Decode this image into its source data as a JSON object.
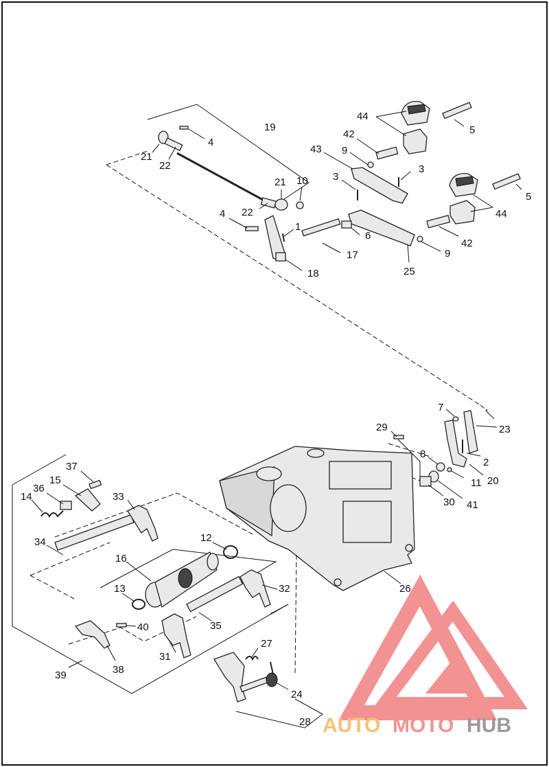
{
  "colors": {
    "line": "#111111",
    "part_fill": "#e9e9e9",
    "logo_red": "#f08080",
    "logo_orange": "#f4b860",
    "logo_grey": "#8a8a8a"
  },
  "callouts": [
    {
      "id": "c19a",
      "text": "19"
    },
    {
      "id": "c4a",
      "text": "4"
    },
    {
      "id": "c21a",
      "text": "21"
    },
    {
      "id": "c22a",
      "text": "22"
    },
    {
      "id": "c21b",
      "text": "21"
    },
    {
      "id": "c10",
      "text": "10"
    },
    {
      "id": "c22b",
      "text": "22"
    },
    {
      "id": "c4b",
      "text": "4"
    },
    {
      "id": "c1",
      "text": "1"
    },
    {
      "id": "c17",
      "text": "17"
    },
    {
      "id": "c18",
      "text": "18"
    },
    {
      "id": "c44a",
      "text": "44"
    },
    {
      "id": "c5a",
      "text": "5"
    },
    {
      "id": "c42a",
      "text": "42"
    },
    {
      "id": "c9a",
      "text": "9"
    },
    {
      "id": "c43",
      "text": "43"
    },
    {
      "id": "c3a",
      "text": "3"
    },
    {
      "id": "c3b",
      "text": "3"
    },
    {
      "id": "c5b",
      "text": "5"
    },
    {
      "id": "c44b",
      "text": "44"
    },
    {
      "id": "c6",
      "text": "6"
    },
    {
      "id": "c42b",
      "text": "42"
    },
    {
      "id": "c9b",
      "text": "9"
    },
    {
      "id": "c25",
      "text": "25"
    },
    {
      "id": "c7",
      "text": "7"
    },
    {
      "id": "c23",
      "text": "23"
    },
    {
      "id": "c29",
      "text": "29"
    },
    {
      "id": "c8",
      "text": "8"
    },
    {
      "id": "c2",
      "text": "2"
    },
    {
      "id": "c11",
      "text": "11"
    },
    {
      "id": "c20",
      "text": "20"
    },
    {
      "id": "c30",
      "text": "30"
    },
    {
      "id": "c41",
      "text": "41"
    },
    {
      "id": "c37",
      "text": "37"
    },
    {
      "id": "c15",
      "text": "15"
    },
    {
      "id": "c36",
      "text": "36"
    },
    {
      "id": "c14",
      "text": "14"
    },
    {
      "id": "c33",
      "text": "33"
    },
    {
      "id": "c34",
      "text": "34"
    },
    {
      "id": "c12",
      "text": "12"
    },
    {
      "id": "c16",
      "text": "16"
    },
    {
      "id": "c26",
      "text": "26"
    },
    {
      "id": "c13",
      "text": "13"
    },
    {
      "id": "c32",
      "text": "32"
    },
    {
      "id": "c35",
      "text": "35"
    },
    {
      "id": "c40",
      "text": "40"
    },
    {
      "id": "c39",
      "text": "39"
    },
    {
      "id": "c38",
      "text": "38"
    },
    {
      "id": "c31",
      "text": "31"
    },
    {
      "id": "c27",
      "text": "27"
    },
    {
      "id": "c24",
      "text": "24"
    },
    {
      "id": "c28",
      "text": "28"
    }
  ],
  "watermark": {
    "auto": "AUTO",
    "moto": "MOTO",
    "hub": "HUB"
  }
}
